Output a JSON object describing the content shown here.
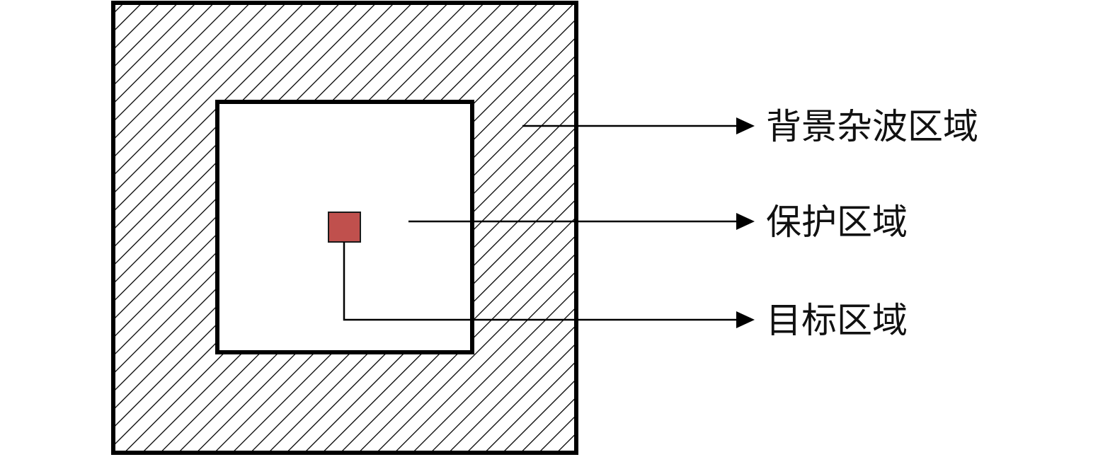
{
  "labels": {
    "background_clutter": "背景杂波区域",
    "guard": "保护区域",
    "target": "目标区域"
  },
  "colors": {
    "line": "#000000",
    "hatch": "#000000",
    "target_fill": "#c0504d",
    "text": "#111111"
  }
}
